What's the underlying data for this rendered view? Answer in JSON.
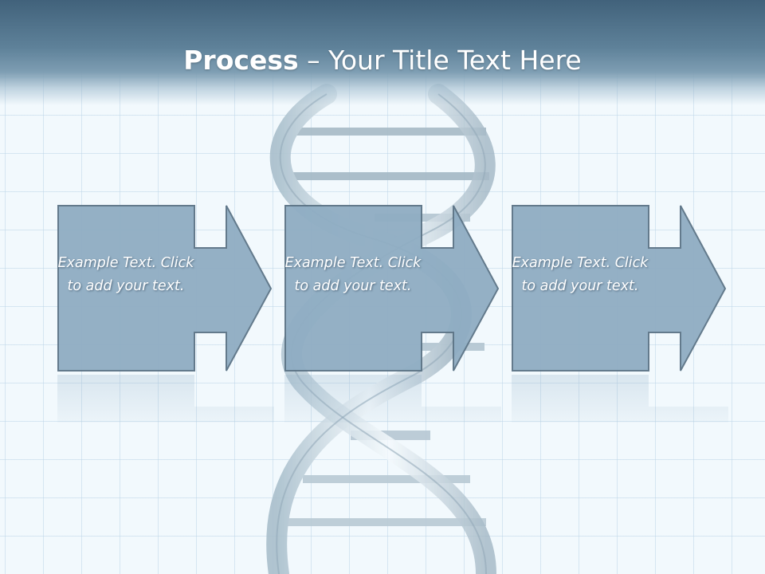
{
  "slide": {
    "title_bold": "Process",
    "title_rest": " – Your Title Text Here"
  },
  "steps": [
    {
      "text": "Example Text. Click  to add your text."
    },
    {
      "text": "Example Text. Click  to add your text."
    },
    {
      "text": "Example Text. Click  to add your text."
    }
  ],
  "colors": {
    "header": "#4a6c85",
    "box_fill": "#8fadc3",
    "box_border": "#5c7486",
    "background": "#f2f9fd"
  }
}
